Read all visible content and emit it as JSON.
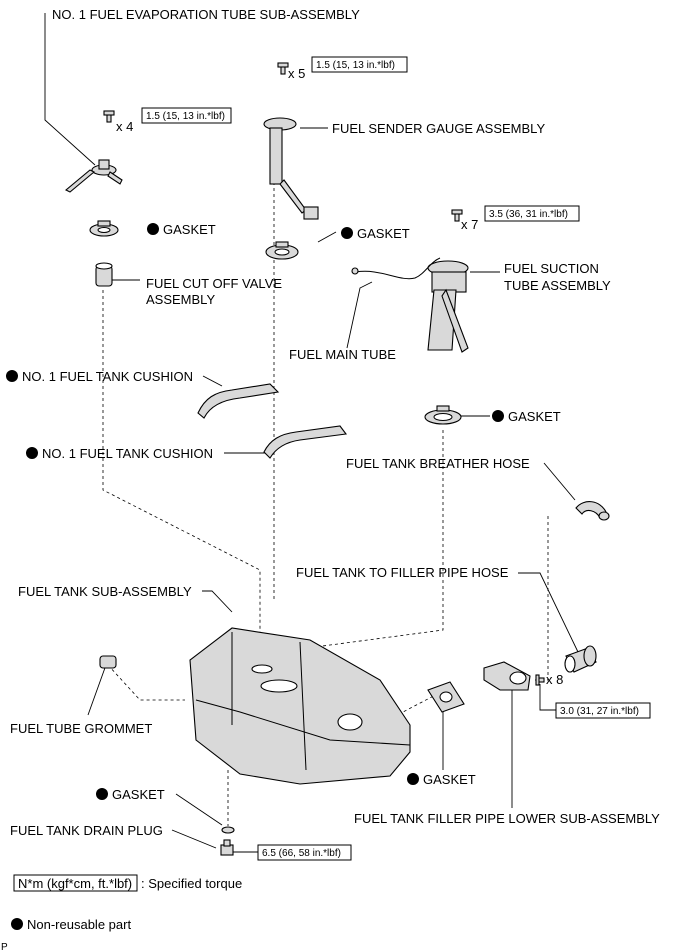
{
  "labels": {
    "evap_tube": "NO. 1 FUEL EVAPORATION TUBE SUB-ASSEMBLY",
    "sender_gauge": "FUEL SENDER GAUGE ASSEMBLY",
    "gasket": "GASKET",
    "cut_off_valve_1": "FUEL CUT OFF VALVE",
    "cut_off_valve_2": "ASSEMBLY",
    "suction_tube_1": "FUEL SUCTION",
    "suction_tube_2": "TUBE ASSEMBLY",
    "main_tube": "FUEL MAIN TUBE",
    "tank_cushion": "NO. 1 FUEL TANK CUSHION",
    "breather_hose": "FUEL TANK BREATHER HOSE",
    "filler_pipe_hose": "FUEL TANK TO FILLER PIPE HOSE",
    "tank_sub": "FUEL TANK SUB-ASSEMBLY",
    "tube_grommet": "FUEL TUBE GROMMET",
    "drain_plug": "FUEL TANK DRAIN PLUG",
    "filler_pipe_lower": "FUEL TANK FILLER PIPE LOWER SUB-ASSEMBLY"
  },
  "quantities": {
    "x4": "x 4",
    "x5": "x 5",
    "x7": "x 7",
    "x8": "x 8"
  },
  "torques": {
    "evap_screws": "1.5 (15, 13 in.*lbf)",
    "sender_screws": "1.5 (15, 13 in.*lbf)",
    "suction_screws": "3.5 (36, 31 in.*lbf)",
    "filler_screws": "3.0 (31, 27 in.*lbf)",
    "drain_plug": "6.5 (66, 58 in.*lbf)"
  },
  "legend": {
    "torque_units": "N*m (kgf*cm, ft.*lbf)",
    "torque_desc": ": Specified torque",
    "nonreusable": "Non-reusable part"
  },
  "corner_mark": "P"
}
